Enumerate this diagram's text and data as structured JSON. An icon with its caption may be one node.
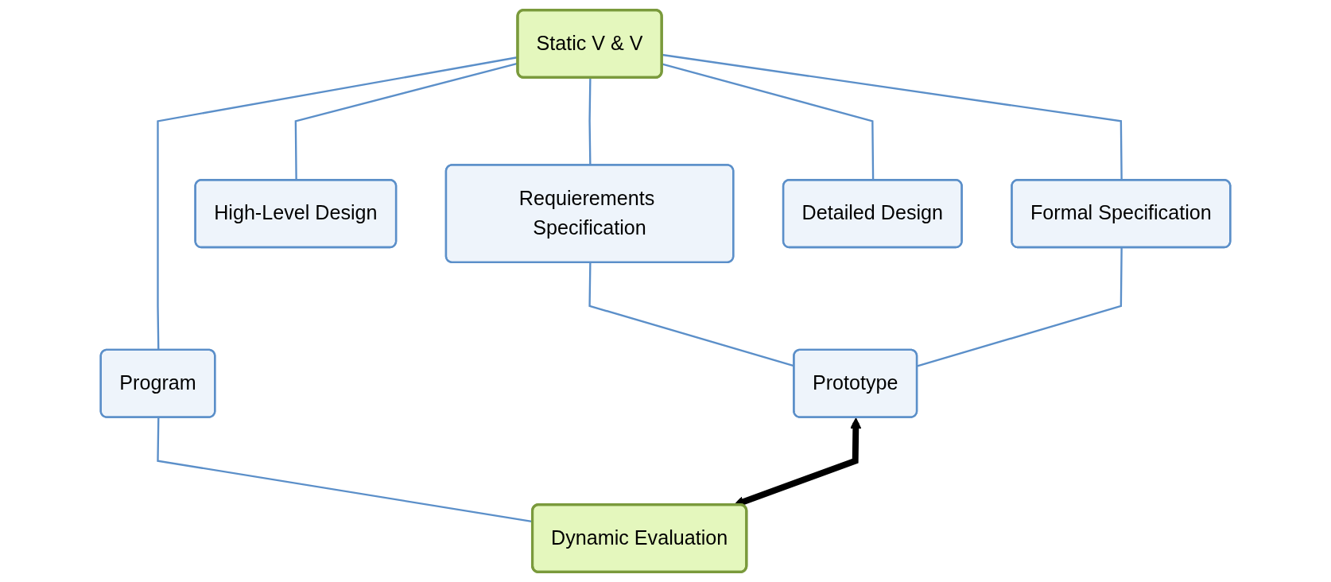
{
  "diagram": {
    "nodes": [
      {
        "text": [
          "Static V & V"
        ]
      },
      {
        "text": [
          "Requierements Specification"
        ]
      },
      {
        "text": [
          "High-Level Design"
        ]
      },
      {
        "text": [
          "Formal Specification"
        ]
      },
      {
        "text": [
          "Detailed Design"
        ]
      },
      {
        "text": [
          "Program"
        ]
      },
      {
        "text": [
          "Prototype"
        ]
      },
      {
        "text": [
          "Dynamic Evaluation"
        ]
      }
    ],
    "edges": [
      {
        "from": 0,
        "to": 1,
        "arrow": "none"
      },
      {
        "from": 0,
        "to": 2,
        "arrow": "none"
      },
      {
        "from": 0,
        "to": 3,
        "arrow": "none"
      },
      {
        "from": 0,
        "to": 4,
        "arrow": "none"
      },
      {
        "from": 0,
        "to": 5,
        "arrow": "none"
      },
      {
        "from": 1,
        "to": 6,
        "arrow": "none"
      },
      {
        "from": 3,
        "to": 6,
        "arrow": "none"
      },
      {
        "from": 5,
        "to": 7,
        "arrow": "none"
      },
      {
        "from": 6,
        "to": 7,
        "arrow": "both",
        "color": "#000000",
        "style": "thick"
      }
    ]
  }
}
